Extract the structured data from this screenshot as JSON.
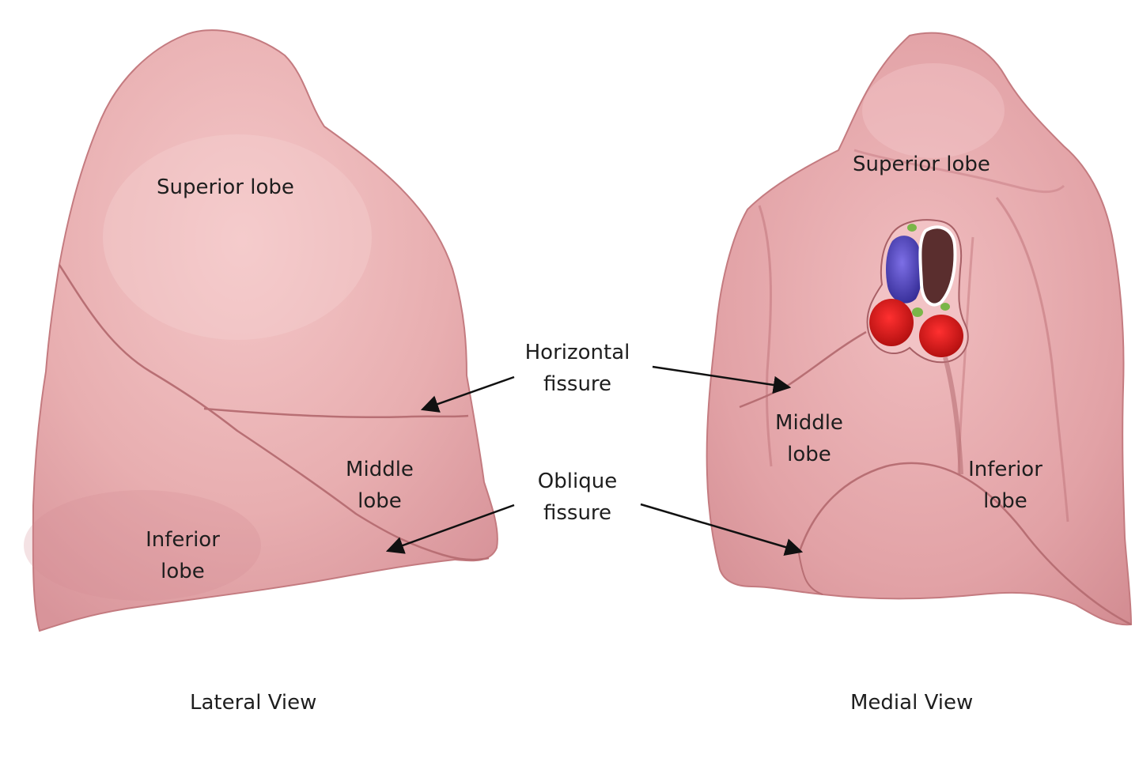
{
  "labels": {
    "lateral_superior": "Superior lobe",
    "lateral_middle_1": "Middle",
    "lateral_middle_2": "lobe",
    "lateral_inferior_1": "Inferior",
    "lateral_inferior_2": "lobe",
    "horizontal_fissure_1": "Horizontal",
    "horizontal_fissure_2": "fissure",
    "oblique_fissure_1": "Oblique",
    "oblique_fissure_2": "fissure",
    "medial_superior": "Superior lobe",
    "medial_middle_1": "Middle",
    "medial_middle_2": "lobe",
    "medial_inferior_1": "Inferior",
    "medial_inferior_2": "lobe"
  },
  "captions": {
    "lateral": "Lateral View",
    "medial": "Medial View"
  },
  "colors": {
    "lung": "#e8aeb0",
    "lung_shadow": "#d98e92",
    "lung_edge": "#c47b80",
    "fissure": "#b86f74",
    "artery": "#d11a1a",
    "vein": "#4a3fb8",
    "bronchus": "#4a2a2a",
    "lymph": "#7ab648"
  }
}
